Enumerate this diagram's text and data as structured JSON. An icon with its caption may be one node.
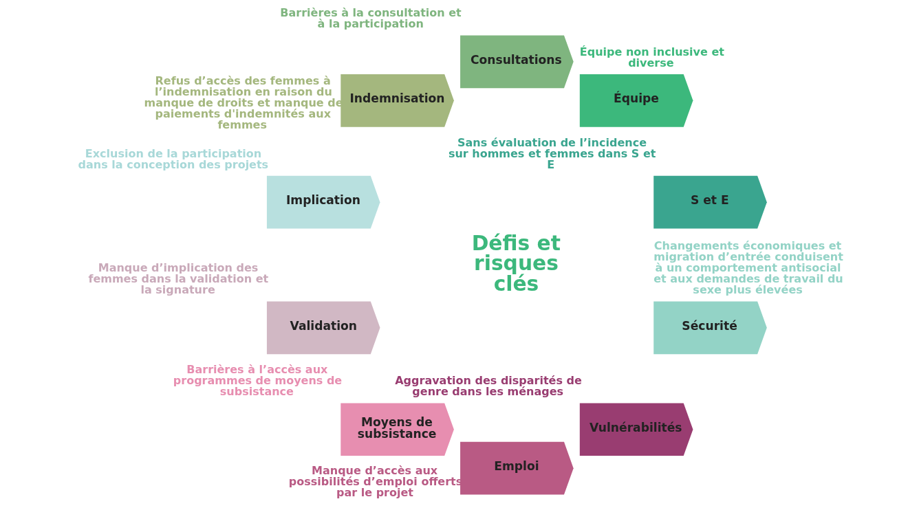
{
  "diagram": {
    "nodes": [
      {
        "text": [
          "Défis et risques clés"
        ]
      },
      {
        "text": [
          "S et E"
        ],
        "beside": [
          "Sans évaluation de l’incidence sur hommes et femmes dans S et E"
        ]
      },
      {
        "text": [
          "Équipe"
        ],
        "beside": [
          "Équipe non inclusive et diverse"
        ]
      },
      {
        "text": [
          "Consultations"
        ],
        "beside": [
          "Barrières à la consultation et à la participation"
        ]
      },
      {
        "text": [
          "Indemnisation"
        ],
        "beside": [
          "Refus d’accès des femmes à l’indemnisation en raison du manque de droits et manque de paiements d'indemnités aux femmes"
        ]
      },
      {
        "text": [
          "Implication"
        ],
        "beside": [
          "Exclusion de la participation dans la conception des projets"
        ]
      },
      {
        "text": [
          "Validation"
        ],
        "beside": [
          "Manque d’implication des femmes dans la validation et la signature"
        ]
      },
      {
        "text": [
          "Moyens de subsistance"
        ],
        "beside": [
          "Barrières à l’accès aux programmes de moyens de subsistance"
        ]
      },
      {
        "text": [
          "Emploi"
        ],
        "beside": [
          "Manque d’accès aux possibilités d’emploi offerts par le projet"
        ]
      },
      {
        "text": [
          "Vulnérabilités"
        ],
        "beside": [
          "Aggravation des disparités de genre dans les ménages"
        ]
      },
      {
        "text": [
          "Sécurité"
        ],
        "beside": [
          "Changements économiques et migration d’entrée conduisent à un comportement antisocial et aux demandes de travail du sexe plus élevées"
        ]
      }
    ]
  }
}
